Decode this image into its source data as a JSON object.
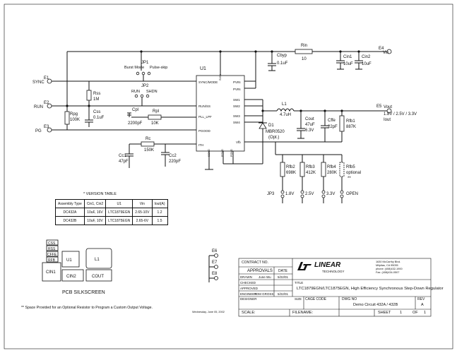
{
  "rails": {
    "vin": "Vin",
    "vout": "Vout",
    "vout_values": "1.8V / 2.5V / 3.3V",
    "iout": "Iout"
  },
  "terminals": {
    "e1": "E1",
    "e2": "E2",
    "e3": "E3",
    "e4": "E4",
    "e5": "E5",
    "e6": "E6",
    "e7": "E7",
    "e8": "E8",
    "sync": "SYNC",
    "run": "RUN",
    "pg": "PG"
  },
  "jumpers": {
    "jp1": "JP1",
    "jp1_a": "Burst Mode",
    "jp1_b": "Pulse-skip",
    "jp2": "JP2",
    "jp2_a": "RUN",
    "jp2_b": "SHDN",
    "jp3": "JP3"
  },
  "ic": {
    "ref": "U1",
    "pins_left": [
      "SYNC/MODE",
      "RUN/SS",
      "PLL_LPF",
      "PGOOD",
      "ITH"
    ],
    "pins_right": [
      "PVIN",
      "PVIN",
      "SW1",
      "SW2",
      "SW3",
      "SW4",
      "Vfb"
    ],
    "pins_bottom": [
      "SGND",
      "PGND",
      "PGND"
    ],
    "pin_top": "SVIN",
    "pin_nums": [
      "15",
      "2",
      "16",
      "13",
      "14",
      "8",
      "9",
      "1",
      "10",
      "3",
      "11",
      "12",
      "4",
      "5",
      "6",
      "7"
    ]
  },
  "parts": {
    "cbyp": "Cbyp",
    "cbyp_v": "0.1uF",
    "rin": "Rin",
    "rin_v": "10",
    "cin1": "Cin1",
    "cin2": "Cin2",
    "cin_v": "10uF",
    "l1": "L1",
    "l1_v": "4.7uH",
    "d1": "D1",
    "d1_v": "MBR0520",
    "d1_opt": "(Opt.)",
    "cout": "Cout",
    "cout_v1": "47uF",
    "cout_v2": "6.3V",
    "cffe": "Cffe",
    "cffe_v": "22pF",
    "rfb1": "Rfb1",
    "rfb1_v": "887K",
    "rss": "Rss",
    "rss_v": "1M",
    "css": "Css",
    "css_v": "0.1uF",
    "rpg": "Rpg",
    "rpg_v": "100K",
    "cpl": "Cpl",
    "cpl_v": "2200pF",
    "rpl": "Rpl",
    "rpl_v": "10K",
    "rc": "Rc",
    "rc_v": "150K",
    "cc1": "Cc1",
    "cc1_v": "47pF",
    "cc2": "Cc2",
    "cc2_v": "220pF",
    "rfb2": "Rfb2",
    "rfb2_v": "698K",
    "rfb3": "Rfb3",
    "rfb3_v": "412K",
    "rfb4": "Rfb4",
    "rfb4_v": "280K",
    "rfb5": "Rfb5",
    "rfb5_v": "optional",
    "rfb5_mark": "**",
    "opt1": "1.8V",
    "opt2": "2.5V",
    "opt3": "3.3V",
    "opt4": "OPEN"
  },
  "version_table": {
    "title": "* VERSION TABLE",
    "headers": [
      "Assembly Type",
      "Cin1, Cin2",
      "U1",
      "Vin",
      "Iout(A)"
    ],
    "rows": [
      [
        "DC432A",
        "10uF, 16V",
        "LTC1879EGN",
        "2.65-10V",
        "1.2"
      ],
      [
        "DC432B",
        "10uF, 10V",
        "LTC1875EGN",
        "2.65-6V",
        "1.5"
      ]
    ]
  },
  "silkscreen": {
    "label": "PCB SILKSCREEN",
    "cin1": "CIN1",
    "cin2": "CIN2",
    "u1": "U1",
    "l1": "L1",
    "cout": "COUT",
    "small": [
      "CSS",
      "RSS",
      "CFFE",
      "RFB"
    ]
  },
  "footnote": "** Space Provided for an Optional Resistor to Program a Custom Output Voltage.",
  "title_block": {
    "contract": "CONTRACT NO.",
    "approvals": "APPROVALS",
    "date": "DATE",
    "drawn": "DRAWN",
    "drawn_by": "June Wu",
    "drawn_date": "5/22/01",
    "checked": "CHECKED",
    "approved": "APPROVED",
    "engineer": "ENGINEER",
    "engineer_name": "TOM GROSS",
    "engineer_date": "5/22/01",
    "designer": "DESIGNER",
    "company": "LINEAR",
    "company_sub": "TECHNOLOGY",
    "address": [
      "1630 McCarthy Blvd.",
      "Milpitas, CA 95035",
      "phone: (408)432-1900",
      "Fax: (408)434-0507"
    ],
    "title_label": "TITLE",
    "title": "LTC1879EGN/LTC1875EGN, High Efficiency Synchronous Step-Down Regulator",
    "size_label": "SIZE",
    "cage": "CAGE CODE",
    "dwg": "DWG NO",
    "rev": "REV",
    "rev_v": "A",
    "dwg_value": "Demo Circuit 432A / 432B",
    "scale": "SCALE:",
    "filename": "FILENAME:",
    "sheet": "SHEET",
    "sheet_v": "1",
    "of": "OF",
    "of_v": "1",
    "print_date": "Wednesday, June 05, 2002"
  }
}
